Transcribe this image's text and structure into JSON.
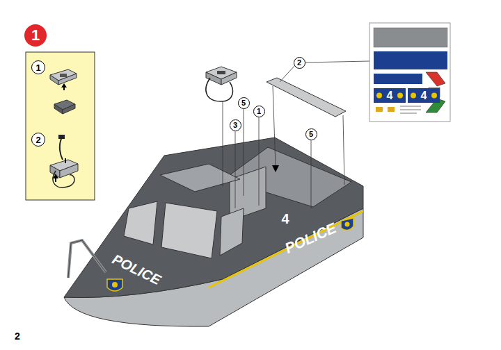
{
  "diagram": {
    "nodes": [
      {
        "text": [
          "1"
        ]
      },
      {
        "text": [
          "1"
        ]
      },
      {
        "text": [
          "2"
        ]
      },
      {
        "text": [
          "2"
        ]
      },
      {
        "text": [
          "5"
        ]
      },
      {
        "text": [
          "1"
        ]
      },
      {
        "text": [
          "3"
        ]
      },
      {
        "text": [
          "5"
        ]
      },
      {
        "text": [
          "4"
        ]
      },
      {
        "text": [
          "4"
        ]
      }
    ],
    "labels": [
      "4",
      "POLICE",
      "POLICE",
      "2"
    ]
  }
}
